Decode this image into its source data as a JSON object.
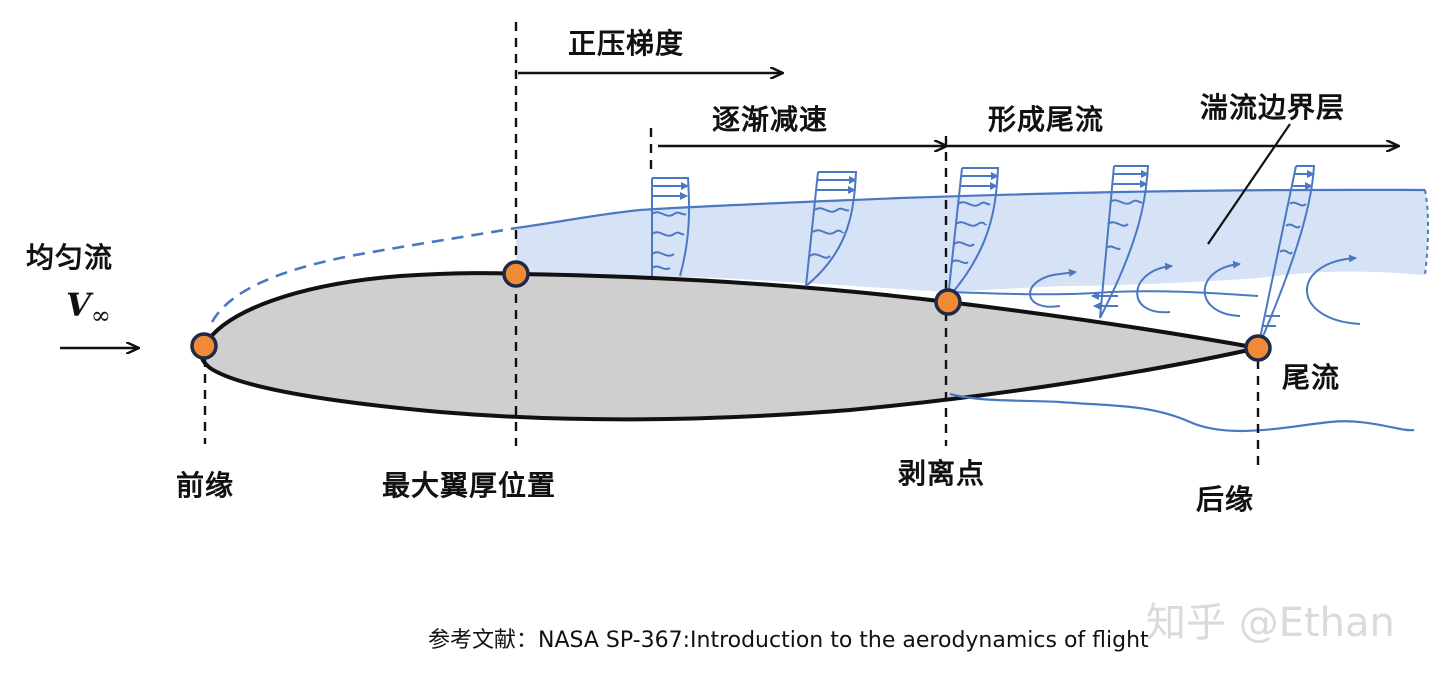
{
  "labels": {
    "uniform_flow": "均匀流",
    "velocity_symbol": "V",
    "velocity_subscript": "∞",
    "favorable_pressure_gradient": "正压梯度",
    "gradual_deceleration": "逐渐减速",
    "wake_formation": "形成尾流",
    "turbulent_boundary_layer": "湍流边界层",
    "wake": "尾流",
    "leading_edge": "前缘",
    "max_thickness_position": "最大翼厚位置",
    "separation_point": "剥离点",
    "trailing_edge": "后缘"
  },
  "reference": "参考文献：NASA SP-367:Introduction to the aerodynamics of flight",
  "watermark": "知乎 @Ethan",
  "colors": {
    "airfoil_fill": "#cfcfd0",
    "boundary_layer_fill": "#d6e2f5",
    "flow_blue": "#4a78c2",
    "point_orange": "#f08a35",
    "point_outline": "#1e2a4a"
  }
}
